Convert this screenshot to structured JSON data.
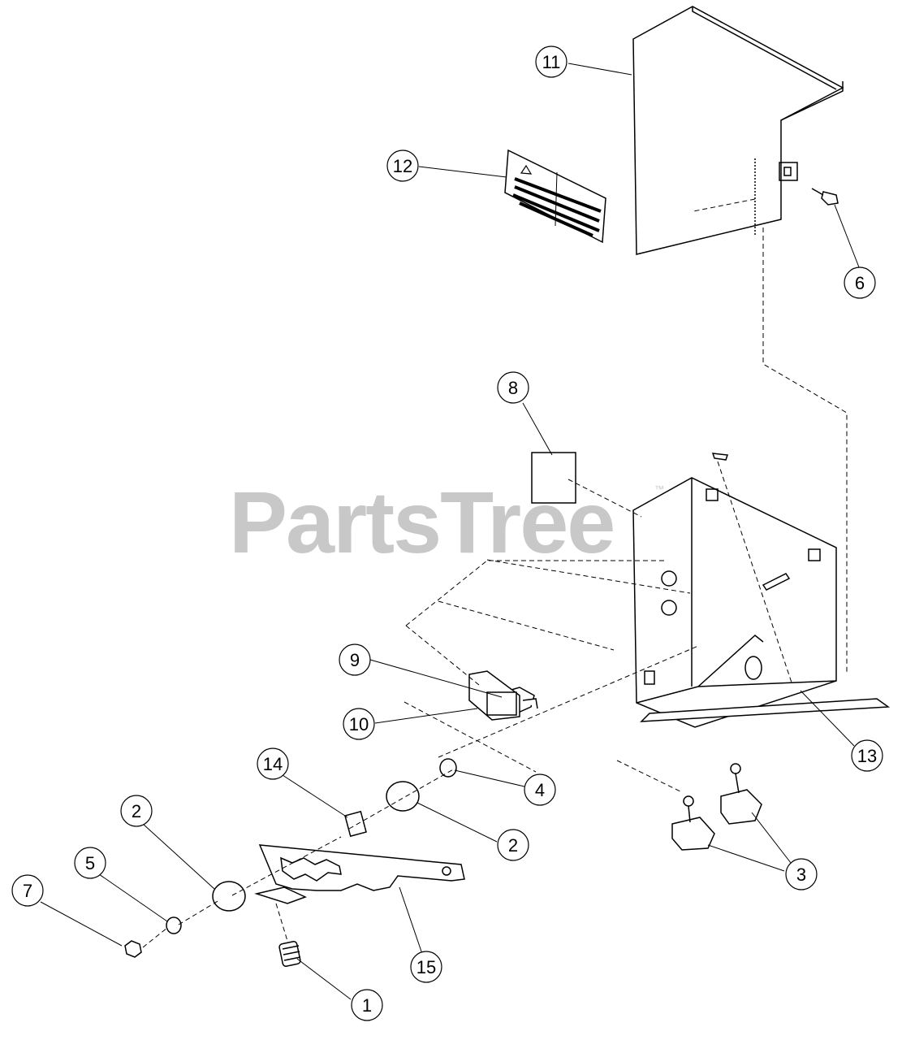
{
  "watermark": {
    "brand": "PartsTree",
    "trademark": "™"
  },
  "callouts": [
    {
      "id": "c11",
      "label": "11"
    },
    {
      "id": "c12",
      "label": "12"
    },
    {
      "id": "c6",
      "label": "6"
    },
    {
      "id": "c8",
      "label": "8"
    },
    {
      "id": "c9",
      "label": "9"
    },
    {
      "id": "c10",
      "label": "10"
    },
    {
      "id": "c13",
      "label": "13"
    },
    {
      "id": "c14",
      "label": "14"
    },
    {
      "id": "c4",
      "label": "4"
    },
    {
      "id": "c2a",
      "label": "2"
    },
    {
      "id": "c2b",
      "label": "2"
    },
    {
      "id": "c5",
      "label": "5"
    },
    {
      "id": "c7",
      "label": "7"
    },
    {
      "id": "c3",
      "label": "3"
    },
    {
      "id": "c15",
      "label": "15"
    },
    {
      "id": "c1",
      "label": "1"
    }
  ]
}
